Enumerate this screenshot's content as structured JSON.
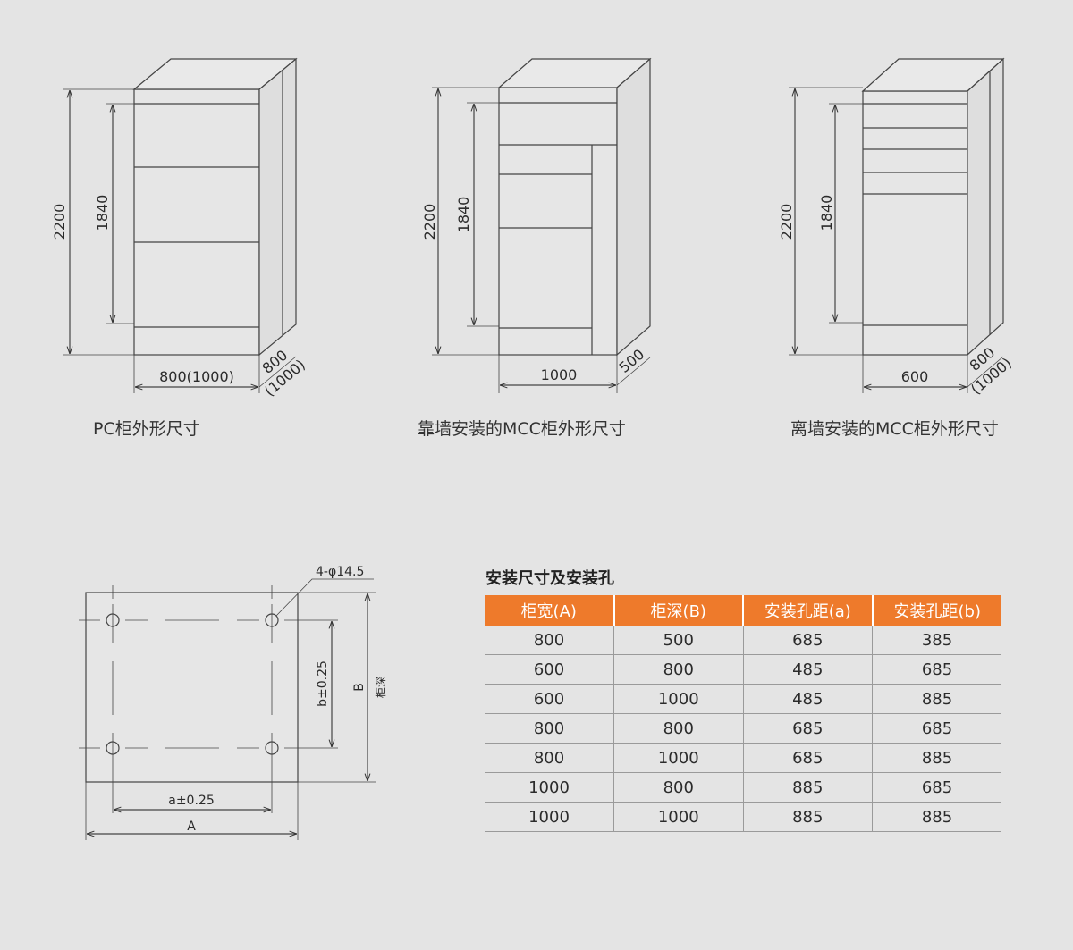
{
  "cabinets": [
    {
      "caption": "PC柜外形尺寸",
      "height_label": "2200",
      "inner_height_label": "1840",
      "width_label": "800(1000)",
      "depth_label": "800",
      "depth_label_alt": "(1000)"
    },
    {
      "caption": "靠墙安装的MCC柜外形尺寸",
      "height_label": "2200",
      "inner_height_label": "1840",
      "width_label": "1000",
      "depth_label": "500",
      "depth_label_alt": ""
    },
    {
      "caption": "离墙安装的MCC柜外形尺寸",
      "height_label": "2200",
      "inner_height_label": "1840",
      "width_label": "600",
      "depth_label": "800",
      "depth_label_alt": "(1000)"
    }
  ],
  "plan": {
    "hole_label": "4-φ14.5",
    "b_tolerance_label": "b±0.25",
    "depth_letter": "B",
    "depth_name": "柜深",
    "a_tolerance_label": "a±0.25",
    "width_letter": "A"
  },
  "table": {
    "title": "安装尺寸及安装孔",
    "header_color": "#ee7a2b",
    "columns": [
      "柜宽(A)",
      "柜深(B)",
      "安装孔距(a)",
      "安装孔距(b)"
    ],
    "rows": [
      [
        "800",
        "500",
        "685",
        "385"
      ],
      [
        "600",
        "800",
        "485",
        "685"
      ],
      [
        "600",
        "1000",
        "485",
        "885"
      ],
      [
        "800",
        "800",
        "685",
        "685"
      ],
      [
        "800",
        "1000",
        "685",
        "885"
      ],
      [
        "1000",
        "800",
        "885",
        "685"
      ],
      [
        "1000",
        "1000",
        "885",
        "885"
      ]
    ]
  }
}
